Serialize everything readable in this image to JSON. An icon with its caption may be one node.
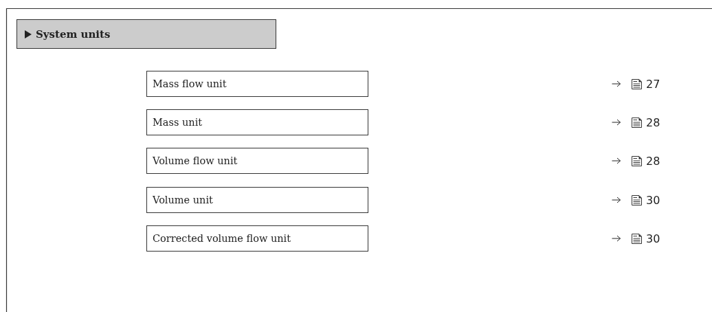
{
  "diagram": {
    "nodes": [
      {
        "text": [
          "System units"
        ]
      },
      {
        "text": [
          "Mass flow unit"
        ]
      },
      {
        "text": [
          "Mass unit"
        ]
      },
      {
        "text": [
          "Volume flow unit"
        ]
      },
      {
        "text": [
          "Volume unit"
        ]
      },
      {
        "text": [
          "Corrected volume flow unit"
        ]
      }
    ],
    "labels": [
      "27",
      "28",
      "28",
      "30",
      "30"
    ]
  }
}
